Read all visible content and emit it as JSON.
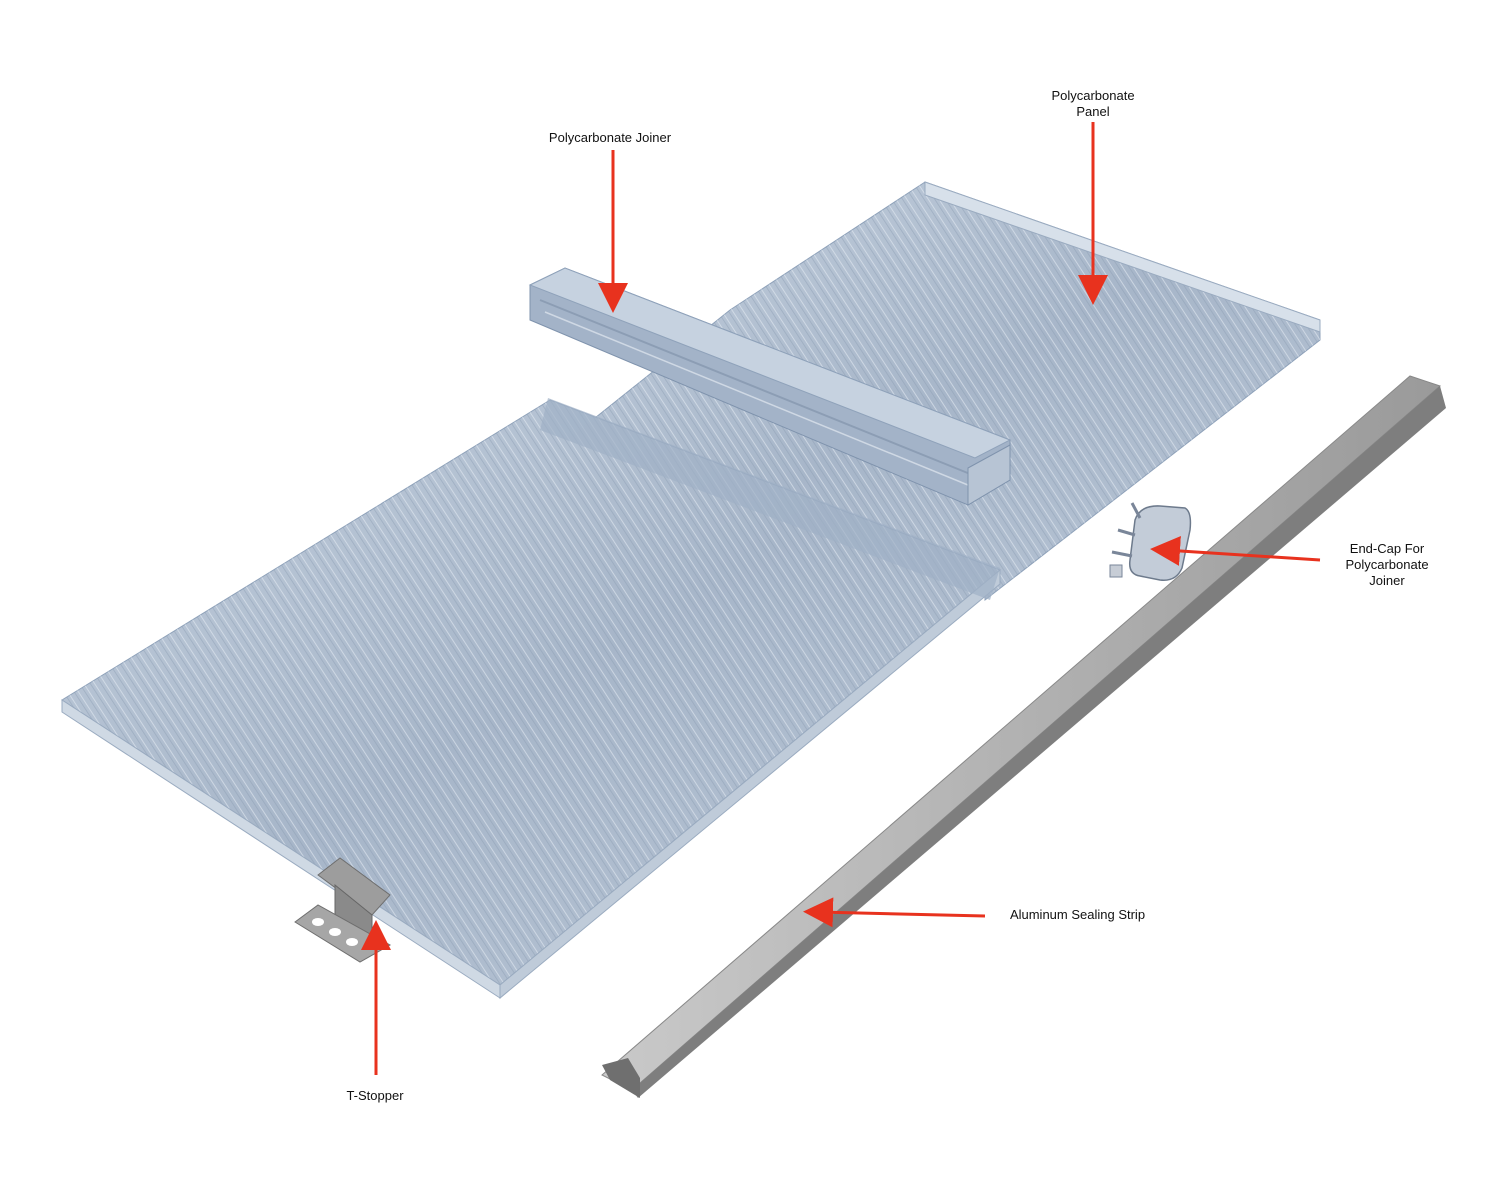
{
  "labels": {
    "joiner": "Polycarbonate Joiner",
    "panel_line1": "Polycarbonate",
    "panel_line2": "Panel",
    "endcap_line1": "End-Cap For",
    "endcap_line2": "Polycarbonate",
    "endcap_line3": "Joiner",
    "strip": "Aluminum Sealing Strip",
    "tstopper": "T-Stopper"
  },
  "colors": {
    "arrow": "#e8321e",
    "panel_fill": "#aebdcf",
    "panel_rib": "#8fa0b6",
    "aluminum": "#a9a9a9",
    "aluminum_dark": "#7e7e7e"
  }
}
